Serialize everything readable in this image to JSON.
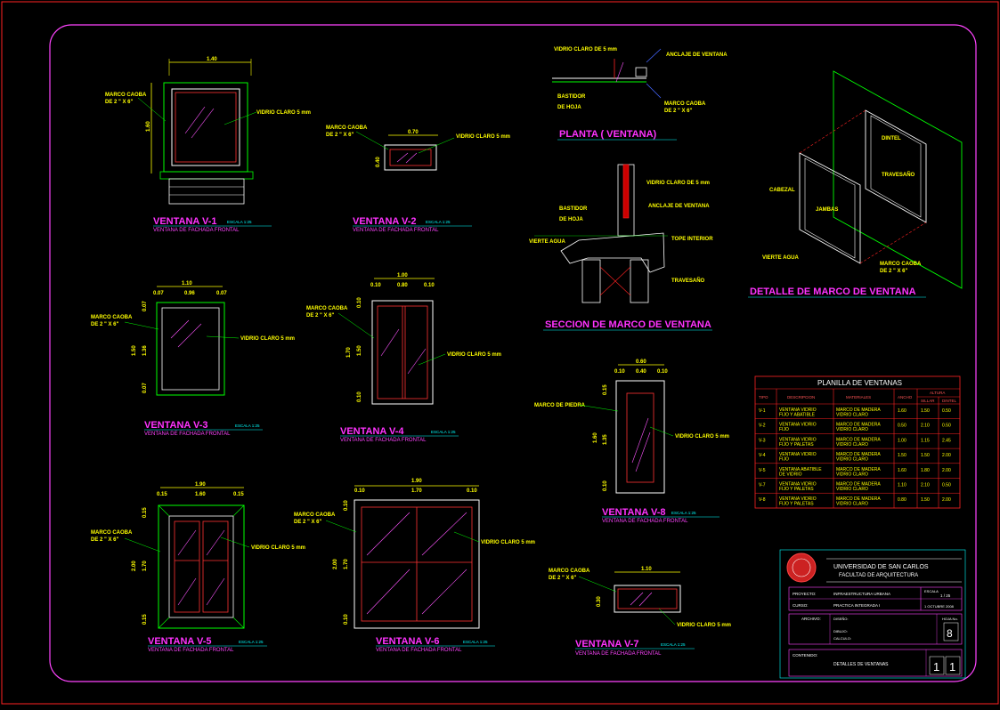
{
  "colors": {
    "background": "#000000",
    "frame": "#ff44ff",
    "outer": "#ff2222",
    "title": "#ff33ff",
    "label": "#ffff00",
    "dim": "#00ff00",
    "glass": "#ff55ff",
    "frameline": "#ff3333",
    "table": "#ff2222"
  },
  "windows": {
    "v1": {
      "title": "VENTANA V-1",
      "subtitle": "VENTANA DE FACHADA FRONTAL",
      "scale": "ESCALA 1:25",
      "dim_w": "1.40",
      "dim_h": "1.60",
      "marco": "MARCO CAOBA",
      "marco_size": "DE 2 \" X 6\"",
      "vidrio": "VIDRIO CLARO 5 mm"
    },
    "v2": {
      "title": "VENTANA V-2",
      "subtitle": "VENTANA DE FACHADA FRONTAL",
      "scale": "ESCALA 1:25",
      "dim_w": "0.70",
      "dim_h": "0.40",
      "marco": "MARCO CAOBA",
      "marco_size": "DE 2 \" X 6\"",
      "vidrio": "VIDRIO CLARO 5 mm"
    },
    "v3": {
      "title": "VENTANA V-3",
      "subtitle": "VENTANA DE FACHADA FRONTAL",
      "scale": "ESCALA 1:25",
      "dim_w": "1.10",
      "dim_a": "0.07",
      "dim_b": "0.96",
      "dim_c": "0.07",
      "dim_h": "1.50",
      "dim_h1": "0.07",
      "dim_h2": "1.36",
      "dim_h3": "0.07",
      "marco": "MARCO CAOBA",
      "marco_size": "DE 2 \" X 6\"",
      "vidrio": "VIDRIO CLARO 5 mm"
    },
    "v4": {
      "title": "VENTANA V-4",
      "subtitle": "VENTANA DE FACHADA FRONTAL",
      "scale": "ESCALA 1:25",
      "dim_w": "1.00",
      "dim_a": "0.10",
      "dim_b": "0.80",
      "dim_c": "0.10",
      "dim_h": "1.70",
      "dim_h1": "0.10",
      "dim_h2": "1.50",
      "dim_h3": "0.10",
      "marco": "MARCO CAOBA",
      "marco_size": "DE 2 \" X 6\"",
      "vidrio": "VIDRIO CLARO 5 mm"
    },
    "v5": {
      "title": "VENTANA V-5",
      "subtitle": "VENTANA DE FACHADA FRONTAL",
      "scale": "ESCALA 1:25",
      "dim_w": "1.90",
      "dim_a": "0.15",
      "dim_b": "1.60",
      "dim_c": "0.15",
      "dim_h": "2.00",
      "dim_h1": "0.15",
      "dim_h2": "1.70",
      "dim_h3": "0.15",
      "marco": "MARCO CAOBA",
      "marco_size": "DE 2 \" X 6\"",
      "vidrio": "VIDRIO CLARO 5 mm"
    },
    "v6": {
      "title": "VENTANA V-6",
      "subtitle": "VENTANA DE FACHADA FRONTAL",
      "scale": "ESCALA 1:25",
      "dim_w": "1.90",
      "dim_a": "0.10",
      "dim_b": "1.70",
      "dim_c": "0.10",
      "dim_h": "2.00",
      "dim_h1": "0.10",
      "dim_h2": "1.70",
      "dim_h3": "0.10",
      "marco": "MARCO CAOBA",
      "marco_size": "DE 2 \" X 6\"",
      "vidrio": "VIDRIO CLARO 5 mm"
    },
    "v7": {
      "title": "VENTANA V-7",
      "subtitle": "VENTANA DE FACHADA FRONTAL",
      "scale": "ESCALA 1:25",
      "dim_w": "1.10",
      "dim_h": "0.30",
      "marco": "MARCO CAOBA",
      "marco_size": "DE 2 \" X 6\"",
      "vidrio": "VIDRIO CLARO 5 mm"
    },
    "v8": {
      "title": "VENTANA V-8",
      "subtitle": "VENTANA DE FACHADA FRONTAL",
      "scale": "ESCALA 1:25",
      "dim_w": "0.60",
      "dim_a": "0.10",
      "dim_b": "0.40",
      "dim_c": "0.10",
      "dim_h": "1.60",
      "dim_h1": "0.15",
      "dim_h2": "1.35",
      "dim_h3": "0.10",
      "marco": "MARCO DE PIEDRA",
      "vidrio": "VIDRIO CLARO 5 mm"
    }
  },
  "planta": {
    "title": "PLANTA ( VENTANA)",
    "vidrio": "VIDRIO CLARO DE 5 mm",
    "anclaje": "ANCLAJE DE VENTANA",
    "bastidor": "BASTIDOR",
    "hoja": "DE HOJA",
    "marco": "MARCO CAOBA",
    "marco_size": "DE 2 \" X 6\""
  },
  "seccion": {
    "title": "SECCION DE MARCO DE VENTANA",
    "vidrio": "VIDRIO CLARO DE 5 mm",
    "bastidor": "BASTIDOR",
    "hoja": "DE HOJA",
    "anclaje": "ANCLAJE DE VENTANA",
    "vierte": "VIERTE AGUA",
    "tope": "TOPE INTERIOR",
    "travesano": "TRAVESAÑO"
  },
  "detalle": {
    "title": "DETALLE DE MARCO DE VENTANA",
    "dintel": "DINTEL",
    "travesano": "TRAVESAÑO",
    "cabezal": "CABEZAL",
    "jambas": "JAMBAS",
    "vierte": "VIERTE AGUA",
    "marco": "MARCO CAOBA",
    "marco_size": "DE 2 \" X 6\""
  },
  "planilla": {
    "title": "PLANILLA  DE  VENTANAS",
    "headers": [
      "TIPO",
      "DESCRIPCION",
      "MATERIALES",
      "ANCHO",
      "ALTURA",
      "SILLAR",
      "DINTEL"
    ],
    "rows": [
      [
        "V-1",
        "VENTANA VIDRIO FIJO Y ABATIBLE",
        "MARCO DE MADERA VIDRIO CLARO",
        "1.60",
        "1.50",
        "0.50"
      ],
      [
        "V-2",
        "VENTANA VIDRIO FIJO",
        "MARCO DE MADERA VIDRIO CLARO",
        "0.50",
        "2.10",
        "0.50"
      ],
      [
        "V-3",
        "VENTANA VIDRIO FIJO Y PALETAS",
        "MARCO DE MADERA VIDRIO CLARO",
        "1.00",
        "1.15",
        "2.45"
      ],
      [
        "V-4",
        "VENTANA VIDRIO FIJO",
        "MARCO DE MADERA VIDRIO CLARO",
        "1.50",
        "1.50",
        "2.00"
      ],
      [
        "V-5",
        "VENTANA ABATIBLE DE VIDRIO",
        "MARCO DE MADERA VIDRIO CLARO",
        "1.60",
        "1.80",
        "2.00"
      ],
      [
        "V-7",
        "VENTANA VIDRIO FIJO Y PALETAS",
        "MARCO DE MADERA VIDRIO CLARO",
        "1.10",
        "2.10",
        "0.50"
      ],
      [
        "V-8",
        "VENTANA VIDRIO FIJO Y PALETAS",
        "MARCO DE MADERA VIDRIO CLARO",
        "0.80",
        "1.50",
        "2.00"
      ]
    ]
  },
  "titleblock": {
    "university": "UNIVERSIDAD DE SAN CARLOS",
    "faculty": "FACULTAD DE ARQUITECTURA",
    "proyecto_lbl": "PROYECTO:",
    "proyecto": "INFRAESTRUCTURA URBANA",
    "curso_lbl": "CURSO:",
    "curso": "PRACTICA INTEGRADA I",
    "escala_lbl": "ESCALA",
    "escala": "1 / 25",
    "fecha": "1 OCTUBRE 2008",
    "arch_lbl": "ARCHIVO:",
    "diseno": "DISEÑO:",
    "dibujo": "DIBUJO:",
    "calculo": "CALCULO:",
    "hoja_lbl": "HOJA No.",
    "sheet": "8",
    "contenido_lbl": "CONTENIDO:",
    "contenido": "DETALLES DE VENTANAS",
    "num1": "1",
    "num2": "1"
  }
}
